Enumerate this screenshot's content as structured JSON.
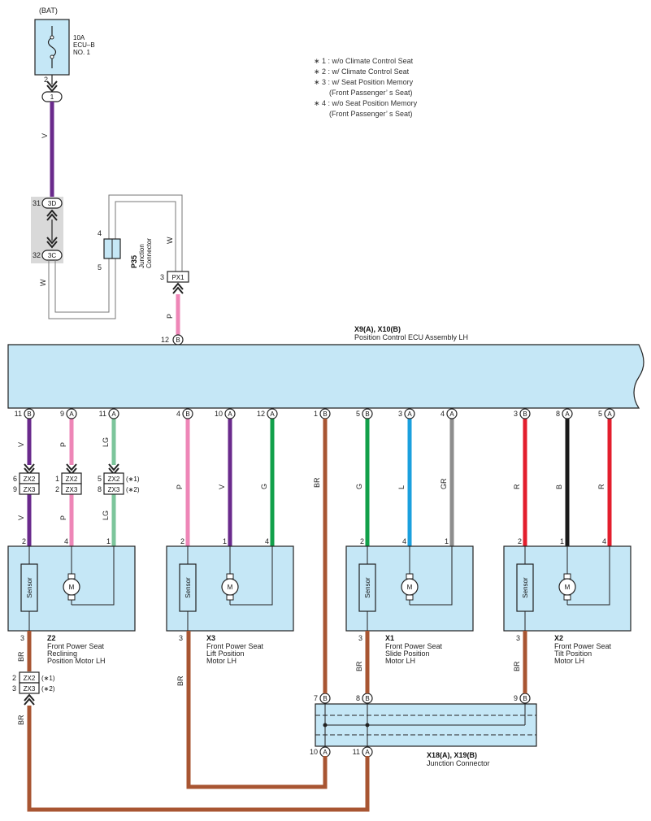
{
  "battery": {
    "label": "(BAT)",
    "fuse_lines": [
      "10A",
      "ECU–B",
      "NO. 1"
    ],
    "pin": "2",
    "connector": "1"
  },
  "legend": [
    "∗ 1 : w/o Climate Control Seat",
    "∗ 2 : w/ Climate Control Seat",
    "∗ 3 : w/ Seat Position Memory",
    "(Front Passenger’ s Seat)",
    "∗ 4 : w/o Seat Position Memory",
    "(Front Passenger’ s Seat)"
  ],
  "splice": {
    "top_num": "31",
    "top_tag": "3D",
    "bottom_num": "32",
    "bottom_tag": "3C"
  },
  "p35": {
    "id": "P35",
    "name_lines": [
      "Junction",
      "Connector"
    ],
    "pin_top": "4",
    "pin_bottom": "5"
  },
  "px1": {
    "tag": "PX1",
    "pin": "3"
  },
  "ecu": {
    "id": "X9(A), X10(B)",
    "name": "Position Control ECU Assembly LH",
    "top_pin": "12",
    "top_tag": "B"
  },
  "wire_colors": {
    "V": "#6a2a8c",
    "P": "#ee86b7",
    "LG": "#7cc59b",
    "G": "#12a04a",
    "L": "#1ba0de",
    "GR": "#8e8e8e",
    "R": "#e31e2d",
    "B": "#1a1a1a",
    "BR": "#a85532",
    "W": "#aaaaaa"
  },
  "ecu_pins": [
    {
      "num": "11",
      "tag": "B",
      "wire": "V"
    },
    {
      "num": "9",
      "tag": "A",
      "wire": "P"
    },
    {
      "num": "11",
      "tag": "A",
      "wire": "LG"
    },
    {
      "num": "4",
      "tag": "B",
      "wire": "P"
    },
    {
      "num": "10",
      "tag": "A",
      "wire": "V"
    },
    {
      "num": "12",
      "tag": "A",
      "wire": "G"
    },
    {
      "num": "1",
      "tag": "B",
      "wire": "BR"
    },
    {
      "num": "5",
      "tag": "B",
      "wire": "G"
    },
    {
      "num": "3",
      "tag": "A",
      "wire": "L"
    },
    {
      "num": "4",
      "tag": "A",
      "wire": "GR"
    },
    {
      "num": "3",
      "tag": "B",
      "wire": "R"
    },
    {
      "num": "8",
      "tag": "A",
      "wire": "B"
    },
    {
      "num": "5",
      "tag": "A",
      "wire": "R"
    }
  ],
  "zx_connectors": [
    {
      "top": "ZX2",
      "bottom": "ZX3",
      "num_top": "6",
      "num_bottom": "9",
      "note_top": "",
      "note_bottom": ""
    },
    {
      "top": "ZX2",
      "bottom": "ZX3",
      "num_top": "1",
      "num_bottom": "2",
      "note_top": "",
      "note_bottom": ""
    },
    {
      "top": "ZX2",
      "bottom": "ZX3",
      "num_top": "5",
      "num_bottom": "8",
      "note_top": "(∗1)",
      "note_bottom": "(∗2)"
    }
  ],
  "motors": [
    {
      "id": "Z2",
      "name_lines": [
        "Front Power Seat",
        "Reclining",
        "Position Motor LH"
      ],
      "pins": [
        "2",
        "4",
        "1"
      ],
      "bottom_pin": "3",
      "sensor": "Sensor",
      "m": "M"
    },
    {
      "id": "X3",
      "name_lines": [
        "Front Power Seat",
        "Lift Position",
        "Motor LH"
      ],
      "pins": [
        "2",
        "1",
        "4"
      ],
      "bottom_pin": "3",
      "sensor": "Sensor",
      "m": "M"
    },
    {
      "id": "X1",
      "name_lines": [
        "Front Power Seat",
        "Slide Position",
        "Motor LH"
      ],
      "pins": [
        "2",
        "4",
        "1"
      ],
      "bottom_pin": "3",
      "sensor": "Sensor",
      "m": "M"
    },
    {
      "id": "X2",
      "name_lines": [
        "Front Power Seat",
        "Tilt Position",
        "Motor LH"
      ],
      "pins": [
        "2",
        "1",
        "4"
      ],
      "bottom_pin": "3",
      "sensor": "Sensor",
      "m": "M"
    }
  ],
  "z2_bottom_connector": {
    "top": "ZX2",
    "bottom": "ZX3",
    "num_top": "2",
    "num_bottom": "3",
    "note_top": "(∗1)",
    "note_bottom": "(∗2)"
  },
  "junction": {
    "id": "X18(A), X19(B)",
    "name": "Junction Connector",
    "top_pins": [
      {
        "num": "7",
        "tag": "B"
      },
      {
        "num": "8",
        "tag": "B"
      },
      {
        "num": "9",
        "tag": "B"
      }
    ],
    "bottom_pins": [
      {
        "num": "10",
        "tag": "A"
      },
      {
        "num": "11",
        "tag": "A"
      }
    ]
  }
}
